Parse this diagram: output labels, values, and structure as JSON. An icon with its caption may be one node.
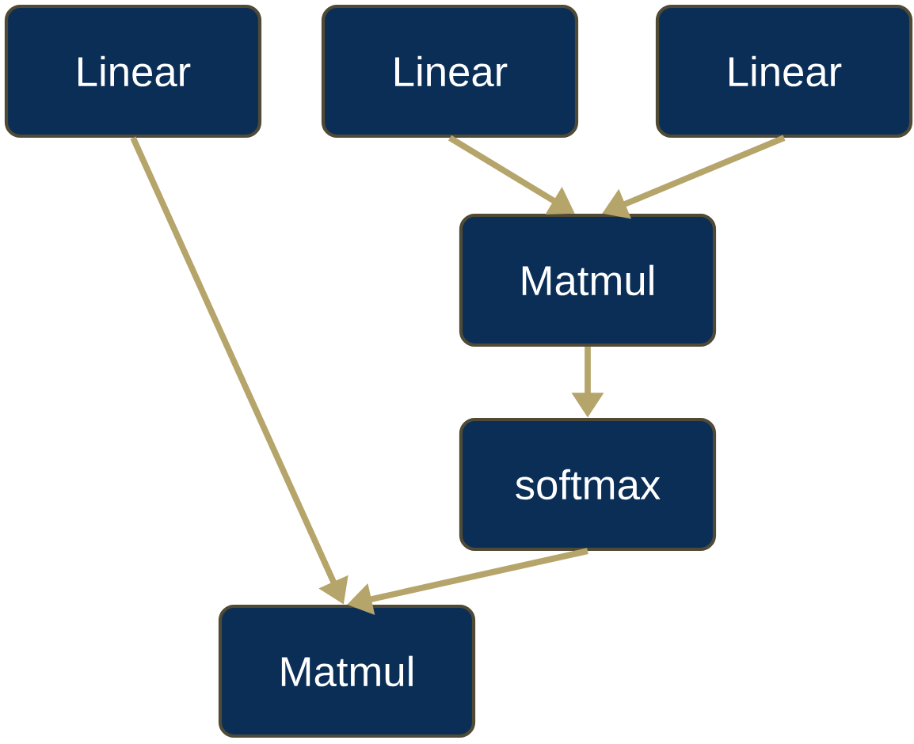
{
  "diagram": {
    "nodes": [
      {
        "text": [
          "Linear"
        ]
      },
      {
        "text": [
          "Linear"
        ]
      },
      {
        "text": [
          "Linear"
        ]
      },
      {
        "text": [
          "Matmul"
        ]
      },
      {
        "text": [
          "softmax"
        ]
      },
      {
        "text": [
          "Matmul"
        ]
      }
    ],
    "edges": [
      {
        "from": 1,
        "to": 3,
        "arrow": "to"
      },
      {
        "from": 2,
        "to": 3,
        "arrow": "to"
      },
      {
        "from": 3,
        "to": 4,
        "arrow": "to"
      },
      {
        "from": 4,
        "to": 5,
        "arrow": "to"
      },
      {
        "from": 0,
        "to": 5,
        "arrow": "to"
      }
    ]
  }
}
